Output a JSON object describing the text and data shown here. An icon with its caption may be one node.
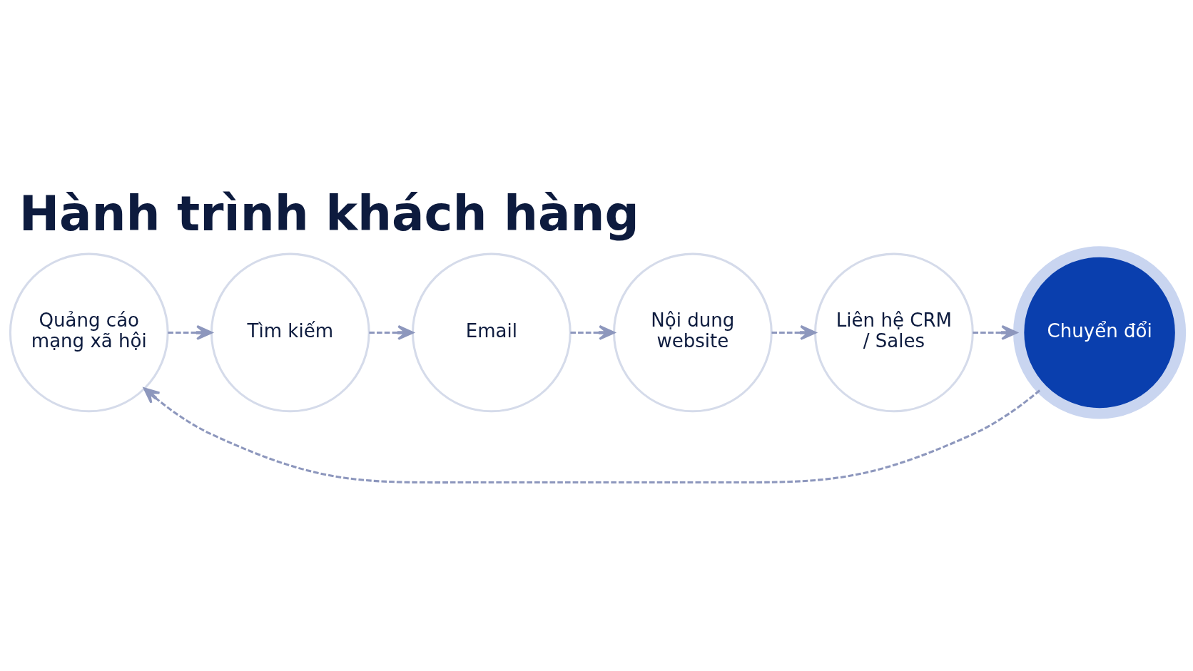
{
  "diagram": {
    "title": "Hành trình khách hàng",
    "nodes": [
      {
        "text": [
          "Quảng cáo mạng xã hội"
        ]
      },
      {
        "text": [
          "Tìm kiếm"
        ]
      },
      {
        "text": [
          "Email"
        ]
      },
      {
        "text": [
          "Nội dung website"
        ]
      },
      {
        "text": [
          "Liên hệ CRM / Sales"
        ]
      },
      {
        "text": [
          "Chuyển đổi"
        ]
      }
    ],
    "edges": [
      {
        "from": 0,
        "to": 1,
        "arrow": "to",
        "style": "dashed"
      },
      {
        "from": 1,
        "to": 2,
        "arrow": "to",
        "style": "dashed"
      },
      {
        "from": 2,
        "to": 3,
        "arrow": "to",
        "style": "dashed"
      },
      {
        "from": 3,
        "to": 4,
        "arrow": "to",
        "style": "dashed"
      },
      {
        "from": 4,
        "to": 5,
        "arrow": "to",
        "style": "dashed"
      },
      {
        "from": 5,
        "to": 0,
        "arrow": "to",
        "style": "dashed"
      }
    ]
  }
}
